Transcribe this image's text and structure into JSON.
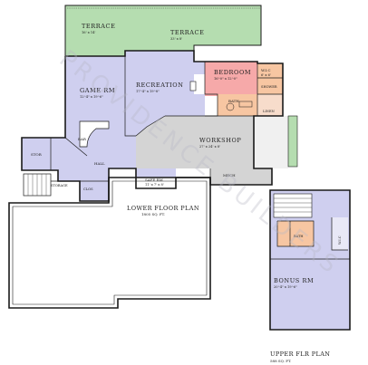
{
  "colors": {
    "terrace": "#b5ddb0",
    "living": "#cfcfef",
    "bedroom": "#f6a9a9",
    "bath": "#f7c6a2",
    "workshop": "#d4d4d4",
    "unfinished": "#ffffff",
    "wall": "#1a1a1a"
  },
  "watermark": "PROVIDENCE BUILDERS",
  "lower": {
    "terrace_left": {
      "name": "TERRACE",
      "dim": "16' x 14'"
    },
    "terrace_right": {
      "name": "TERRACE",
      "dim": "33' x 8'"
    },
    "recreation": {
      "name": "RECREATION",
      "dim": "17'-4\" x 19'-8\""
    },
    "game_rm": {
      "name": "GAME RM",
      "dim": "12'-4\" x 19'-6\""
    },
    "bedroom": {
      "name": "BEDROOM",
      "dim": "16'-0\" x 12'-0\""
    },
    "wic": {
      "name": "W.I.C",
      "dim": "6' x 6'"
    },
    "shower": "SHOWER",
    "bath": "BATH",
    "linen": "LINEN",
    "bar": "BAR",
    "stor": "STOR",
    "hall": "HALL",
    "storage": "STORAGE",
    "clos": "CLOS",
    "workshop": {
      "name": "WORKSHOP",
      "dim": "27' x 24' x 8'"
    },
    "mech": "MECH",
    "safe_rm": {
      "name": "SAFE RM",
      "dim": "11' x 7' x 8'"
    },
    "caption": "LOWER FLOOR PLAN",
    "caption_sub": "1805 SQ. FT."
  },
  "upper": {
    "bonus_rm": {
      "name": "BONUS RM",
      "dim": "20'-4\" x 19'-6\""
    },
    "bath": "BATH",
    "wic": "W.I.C",
    "caption": "UPPER FLR PLAN",
    "caption_sub": "588 SQ. FT."
  }
}
